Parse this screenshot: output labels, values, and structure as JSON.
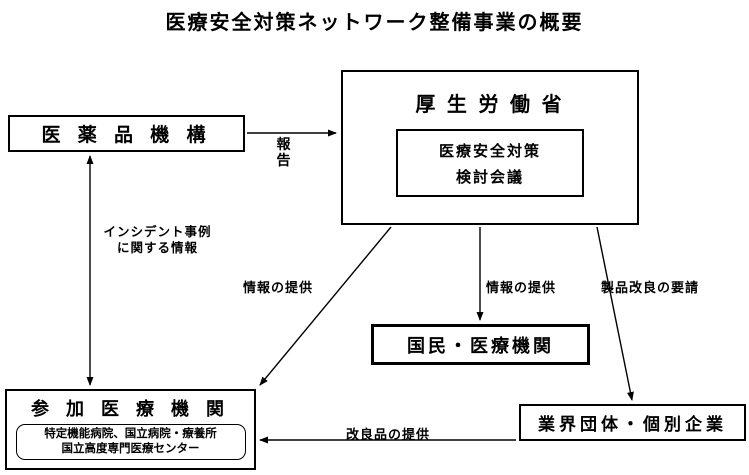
{
  "title": "医療安全対策ネットワーク整備事業の概要",
  "boxes": {
    "pmda": {
      "label": "医 薬 品 機 構"
    },
    "mhlw": {
      "title": "厚 生 労 働 省",
      "panel_line1": "医療安全対策",
      "panel_line2": "検討会議"
    },
    "citizens": {
      "label": "国民・医療機関"
    },
    "participants": {
      "label": "参 加 医 療 機 関",
      "note_line1": "特定機能病院、国立病院・療養所",
      "note_line2": "国立高度専門医療センター"
    },
    "industry": {
      "label": "業界団体・個別企業"
    }
  },
  "arrows": {
    "report": {
      "label": "報告"
    },
    "incident": {
      "line1": "インシデント事例",
      "line2": "に関する情報"
    },
    "info_left": {
      "label": "情報の提供"
    },
    "info_center": {
      "label": "情報の提供"
    },
    "product_request": {
      "label": "製品改良の要請"
    },
    "improved_supply": {
      "label": "改良品の提供"
    }
  },
  "colors": {
    "ink": "#000000",
    "background": "#ffffff"
  }
}
